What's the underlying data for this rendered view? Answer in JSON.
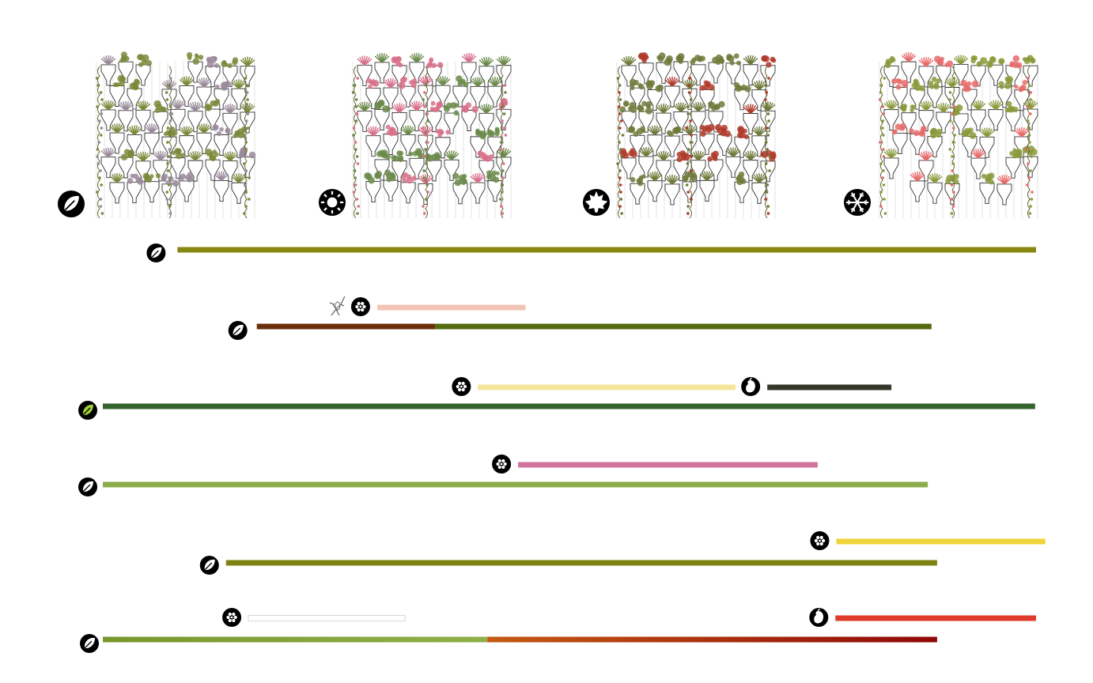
{
  "seasons": [
    {
      "id": "spring",
      "icon": "leaf-icon",
      "palette": {
        "leaf": "#7a8a3a",
        "accent": "#9a8a9a"
      }
    },
    {
      "id": "summer",
      "icon": "sun-icon",
      "palette": {
        "leaf": "#6b8a4a",
        "accent": "#d8708a"
      }
    },
    {
      "id": "autumn",
      "icon": "maple-leaf-icon",
      "palette": {
        "leaf": "#6f7a3a",
        "accent": "#b03a2a"
      }
    },
    {
      "id": "winter",
      "icon": "snowflake-icon",
      "palette": {
        "leaf": "#8a9a3a",
        "accent": "#e86a6a"
      }
    }
  ],
  "timeline_span": {
    "start": 0,
    "end": 1
  },
  "rows": [
    {
      "leaf": {
        "icon": "leaf-icon",
        "segments": [
          {
            "from": 0.08,
            "to": 1.0,
            "color": "#878712"
          }
        ]
      },
      "extras": []
    },
    {
      "leaf": {
        "icon": "leaf-icon",
        "segments": [
          {
            "from": 0.165,
            "to": 0.356,
            "color": "#6b2f0c"
          },
          {
            "from": 0.356,
            "to": 0.888,
            "color": "#556b10"
          }
        ]
      },
      "extras": [
        {
          "icon": "flower-icon",
          "from": 0.294,
          "to": 0.453,
          "color": "#f2c4b6"
        }
      ],
      "pollinator": "mosquito-icon"
    },
    {
      "leaf": {
        "icon": "leaf-green-icon",
        "segments": [
          {
            "from": 0.0,
            "to": 0.999,
            "color": "#35642c"
          }
        ]
      },
      "extras": [
        {
          "icon": "flower-icon",
          "from": 0.402,
          "to": 0.678,
          "color": "#f5e59a"
        },
        {
          "icon": "fruit-icon",
          "from": 0.712,
          "to": 0.845,
          "color": "#34362a"
        }
      ]
    },
    {
      "leaf": {
        "icon": "leaf-icon",
        "segments": [
          {
            "from": 0.0,
            "to": 0.884,
            "color": "#8aac4a"
          }
        ]
      },
      "extras": [
        {
          "icon": "flower-icon",
          "from": 0.445,
          "to": 0.766,
          "color": "#d0749e"
        }
      ]
    },
    {
      "leaf": {
        "icon": "leaf-icon",
        "segments": [
          {
            "from": 0.132,
            "to": 0.894,
            "color": "#7e8212"
          }
        ]
      },
      "extras": [
        {
          "icon": "flower-icon",
          "from": 0.786,
          "to": 1.01,
          "color": "#f0d43a"
        }
      ]
    },
    {
      "leaf": {
        "icon": "leaf-icon",
        "segments": [
          {
            "from": 0.0,
            "to": 0.412,
            "color": "#7a962e",
            "to_color": "#8fb04a"
          },
          {
            "from": 0.412,
            "to": 0.894,
            "color": "#c55a14",
            "to_color": "#900808"
          }
        ]
      },
      "extras": [
        {
          "icon": "flower-icon",
          "from": 0.156,
          "to": 0.324,
          "color": "#ffffff",
          "stroke": "#d8d8d8"
        },
        {
          "icon": "fruit-icon",
          "from": 0.785,
          "to": 1.0,
          "color": "#e23a2a"
        }
      ]
    }
  ]
}
